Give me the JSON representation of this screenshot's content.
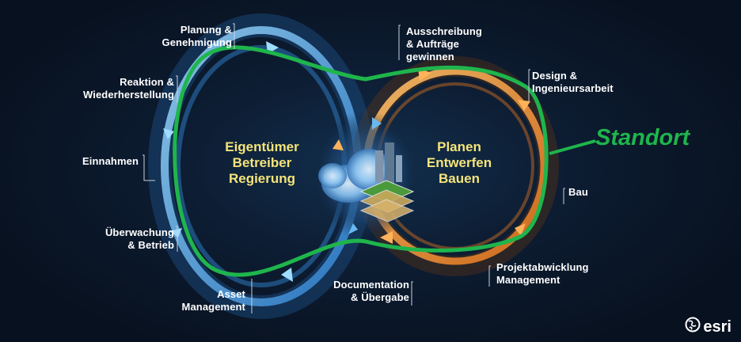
{
  "left_cycle": {
    "title": "Eigentümer\nBetreiber\nRegierung",
    "labels": {
      "planung": "Planung &\nGenehmigung",
      "reaktion": "Reaktion &\nWiederherstellung",
      "einnahmen": "Einnahmen",
      "ueberwachung": "Überwachung\n& Betrieb",
      "asset": "Asset\nManagement"
    }
  },
  "right_cycle": {
    "title": "Planen\nEntwerfen\nBauen",
    "labels": {
      "ausschreibung": "Ausschreibung\n& Aufträge\ngewinnen",
      "design": "Design &\nIngenieursarbeit",
      "bau": "Bau",
      "projekt": "Projektabwicklung\nManagement",
      "documentation": "Documentation\n& Übergabe"
    }
  },
  "location_label": "Standort",
  "brand": {
    "name": "esri",
    "icon": "globe-icon"
  },
  "colors": {
    "location_loop": "#1fb54c",
    "left_loop": "#3aa7e6",
    "right_loop": "#f08a2c",
    "center_text": "#f5e47a"
  }
}
